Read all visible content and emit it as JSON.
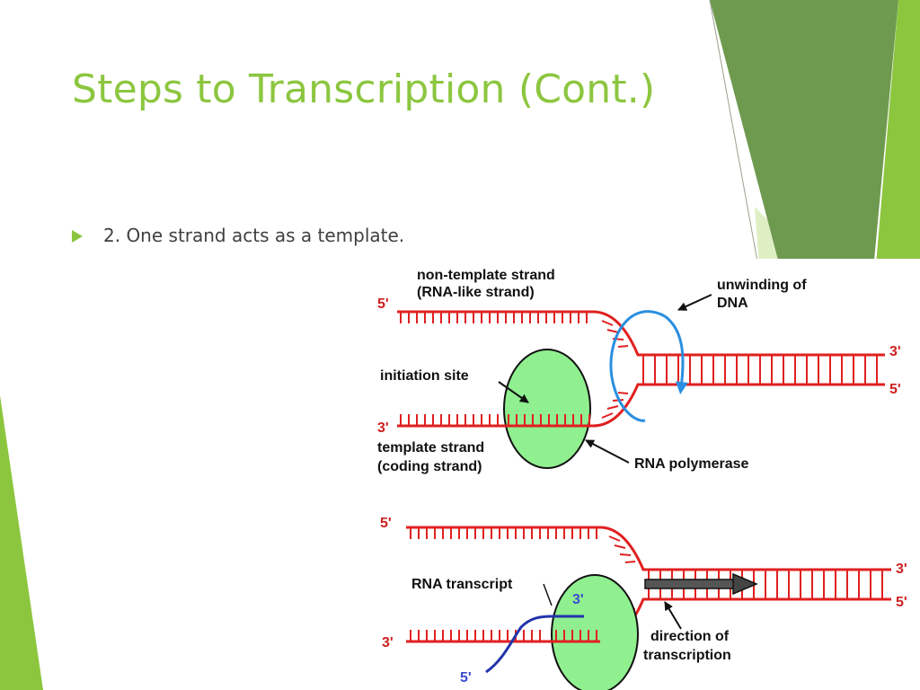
{
  "slide": {
    "title": "Steps to Transcription (Cont.)",
    "bullet": "2. One strand acts as a template."
  },
  "diagram": {
    "top": {
      "non_template_label_1": "non-template strand",
      "non_template_label_2": "(RNA-like strand)",
      "unwinding_label_1": "unwinding of",
      "unwinding_label_2": "DNA",
      "initiation_label": "initiation site",
      "template_label_1": "template strand",
      "template_label_2": "(coding strand)",
      "polymerase_label": "RNA polymerase",
      "end_top_left": "5'",
      "end_bottom_left": "3'",
      "end_top_right": "3'",
      "end_bottom_right": "5'"
    },
    "bottom": {
      "transcript_label": "RNA transcript",
      "direction_label_1": "direction of",
      "direction_label_2": "transcription",
      "end_top_left": "5'",
      "end_bottom_left": "3'",
      "end_top_right": "3'",
      "end_bottom_right": "5'",
      "rna_end_3": "3'",
      "rna_end_5": "5'"
    }
  },
  "colors": {
    "accent": "#8cc63f",
    "dna": "#e02020",
    "bubble": "#90f090",
    "rna": "#2233aa",
    "unwind_arrow": "#2a8fe0"
  }
}
